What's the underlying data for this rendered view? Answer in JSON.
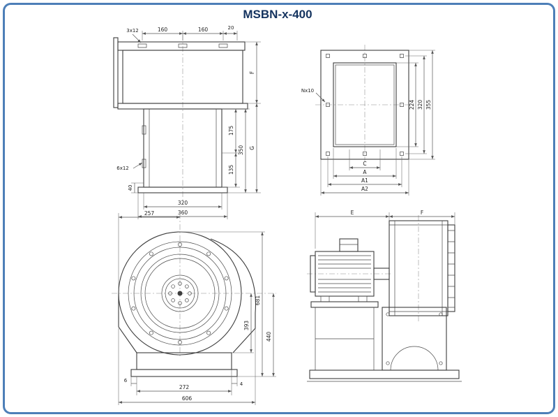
{
  "title": "MSBN-x-400",
  "colors": {
    "frame_border": "#4d7fb8",
    "title_text": "#14335f",
    "drawing_line": "#3d3d3d"
  },
  "views": {
    "outlet_top": {
      "dims": {
        "slot_top": "3x12",
        "w160a": "160",
        "w160b": "160",
        "w20": "20",
        "F": "F",
        "G": "G",
        "v175": "175",
        "v135": "135",
        "v350": "350",
        "slot_side": "6x12",
        "v40": "40",
        "b320": "320",
        "b360": "360"
      }
    },
    "flange": {
      "dims": {
        "holes": "Nx10",
        "v224": "224",
        "v320": "320",
        "v355": "355",
        "C": "C",
        "A": "A",
        "A1": "A1",
        "A2": "A2"
      }
    },
    "side": {
      "dims": {
        "t257": "257",
        "v681": "681",
        "v393": "393",
        "v440": "440",
        "b6": "6",
        "b272": "272",
        "b606": "606",
        "b4": "4"
      }
    },
    "motor": {
      "dims": {
        "E": "E",
        "F": "F"
      }
    }
  }
}
